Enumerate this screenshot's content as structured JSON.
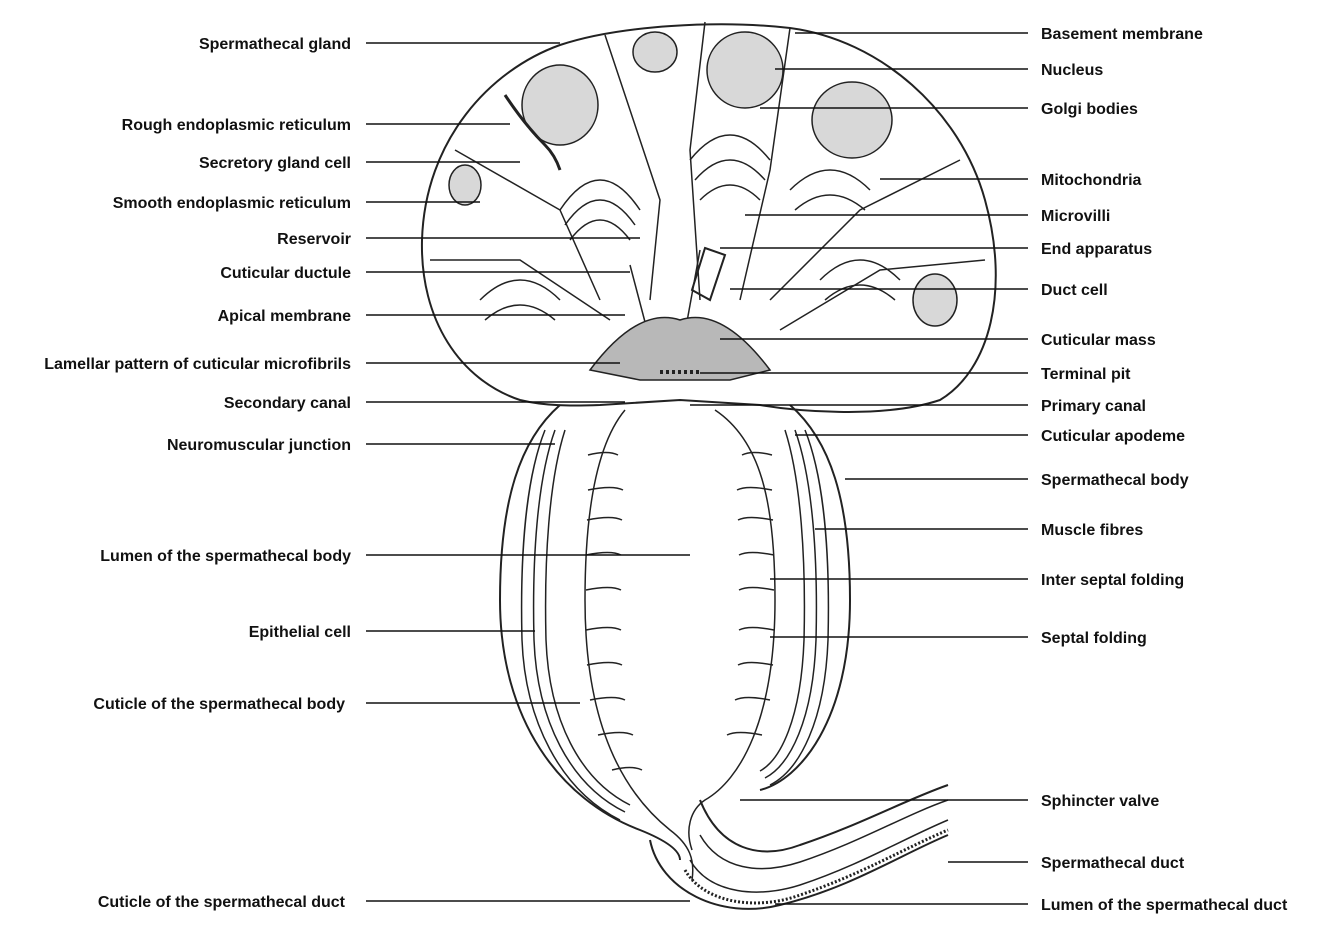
{
  "labels_left": [
    "Spermathecal gland",
    "Rough endoplasmic reticulum",
    "Secretory gland cell",
    "Smooth endoplasmic reticulum",
    "Reservoir",
    "Cuticular ductule",
    "Apical membrane",
    "Lamellar pattern of cuticular microfibrils",
    "Secondary canal",
    "Neuromuscular junction",
    "Lumen of the spermathecal body",
    "Epithelial cell",
    "Cuticle of the spermathecal body",
    "Cuticle of the spermathecal duct"
  ],
  "labels_right": [
    "Basement membrane",
    "Nucleus",
    "Golgi bodies",
    "Mitochondria",
    "Microvilli",
    "End apparatus",
    "Duct cell",
    "Cuticular mass",
    "Terminal pit",
    "Primary canal",
    "Cuticular apodeme",
    "Spermathecal body",
    "Muscle fibres",
    "Inter septal folding",
    "Septal folding",
    "Sphincter valve",
    "Spermathecal duct",
    "Lumen of the spermathecal duct"
  ]
}
